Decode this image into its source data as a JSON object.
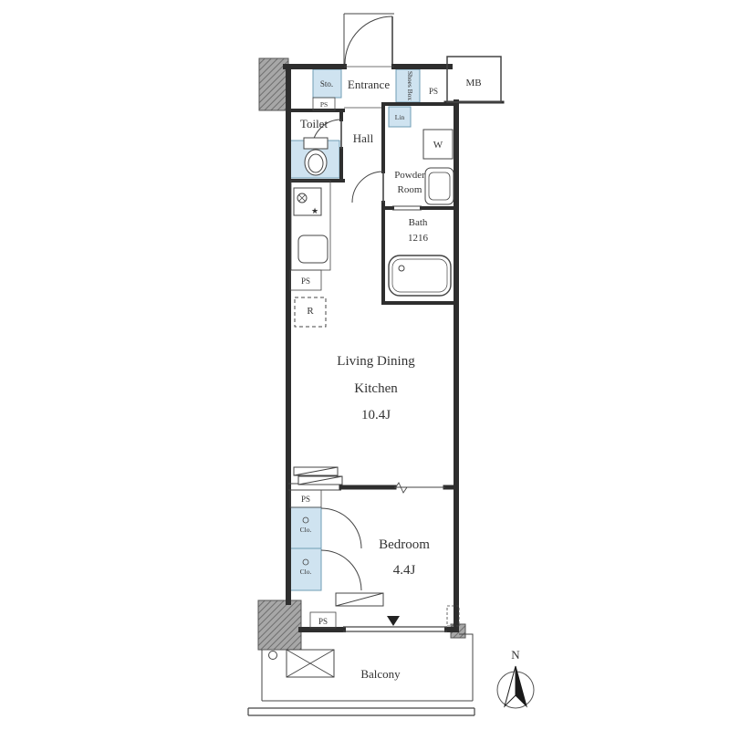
{
  "floorplan": {
    "rooms": {
      "entrance": "Entrance",
      "toilet": "Toilet",
      "hall": "Hall",
      "powder_room_line1": "Powder",
      "powder_room_line2": "Room",
      "bath": "Bath",
      "bath_size": "1216",
      "ldk_line1": "Living Dining",
      "ldk_line2": "Kitchen",
      "ldk_size": "10.4J",
      "bedroom": "Bedroom",
      "bedroom_size": "4.4J",
      "balcony": "Balcony"
    },
    "storage": {
      "sto": "Sto.",
      "shoes_box": "Shoes Box",
      "linen": "Lin",
      "closet": "Clo.",
      "refrigerator": "R",
      "washer": "W"
    },
    "shafts": {
      "ps": "PS",
      "mb": "MB"
    },
    "compass": {
      "north": "N"
    },
    "icons": {
      "stove_burner_star": "★"
    },
    "colors": {
      "wall": "#2e2e2e",
      "storage_fill": "#cfe3f0",
      "storage_stroke": "#6f9cb4",
      "hatch_base": "#a7a7a7",
      "hatch_line": "#6e6e6e",
      "line": "#444444",
      "text": "#333333"
    }
  }
}
